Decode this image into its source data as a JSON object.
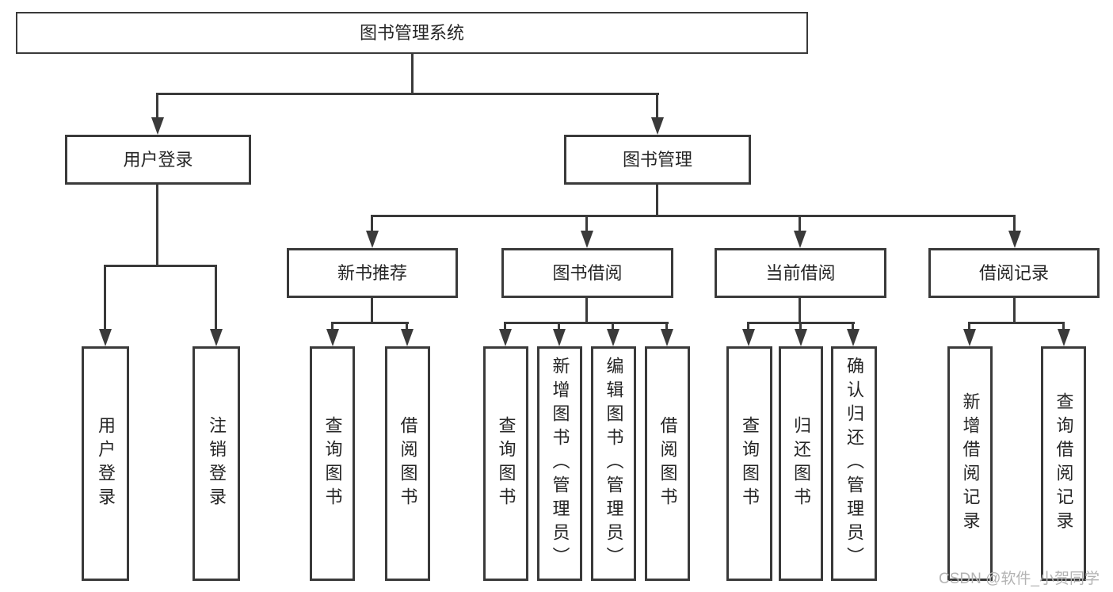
{
  "colors": {
    "line": "#3a3a3a",
    "text": "#262626",
    "watermark": "#b3b3b3",
    "background": "#ffffff"
  },
  "tree": {
    "label": "图书管理系统",
    "children": [
      {
        "label": "用户登录",
        "children": [
          {
            "label": "用户登录"
          },
          {
            "label": "注销登录"
          }
        ]
      },
      {
        "label": "图书管理",
        "children": [
          {
            "label": "新书推荐",
            "children": [
              {
                "label": "查询图书"
              },
              {
                "label": "借阅图书"
              }
            ]
          },
          {
            "label": "图书借阅",
            "children": [
              {
                "label": "查询图书"
              },
              {
                "label": "新增图书（管理员）"
              },
              {
                "label": "编辑图书（管理员）"
              },
              {
                "label": "借阅图书"
              }
            ]
          },
          {
            "label": "当前借阅",
            "children": [
              {
                "label": "查询图书"
              },
              {
                "label": "归还图书"
              },
              {
                "label": "确认归还（管理员）"
              }
            ]
          },
          {
            "label": "借阅记录",
            "children": [
              {
                "label": "新增借阅记录"
              },
              {
                "label": "查询借阅记录"
              }
            ]
          }
        ]
      }
    ]
  },
  "watermark": {
    "text": "CSDN @软件_小贺同学"
  }
}
